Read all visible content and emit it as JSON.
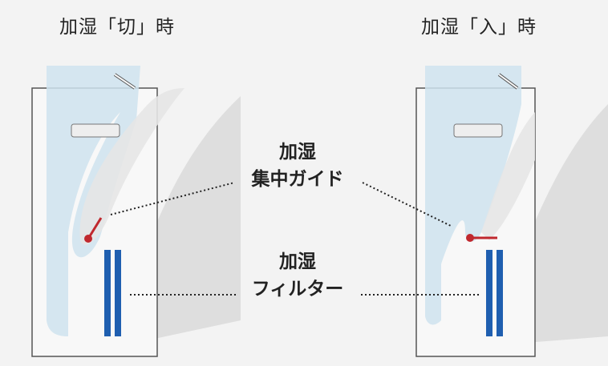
{
  "titles": {
    "left": "加湿「切」時",
    "right": "加湿「入」時"
  },
  "callouts": {
    "guide": {
      "line1": "加湿",
      "line2": "集中ガイド"
    },
    "filter": {
      "line1": "加湿",
      "line2": "フィルター"
    }
  },
  "colors": {
    "background": "#f3f3f3",
    "device_body": "#f7f7f7",
    "device_outline": "#555555",
    "mist_blue": "#cfe3ef",
    "shadow_gray": "#dddddd",
    "filter_blue": "#1f5fb0",
    "guide_red": "#c0282e",
    "leader_line": "#222222"
  }
}
